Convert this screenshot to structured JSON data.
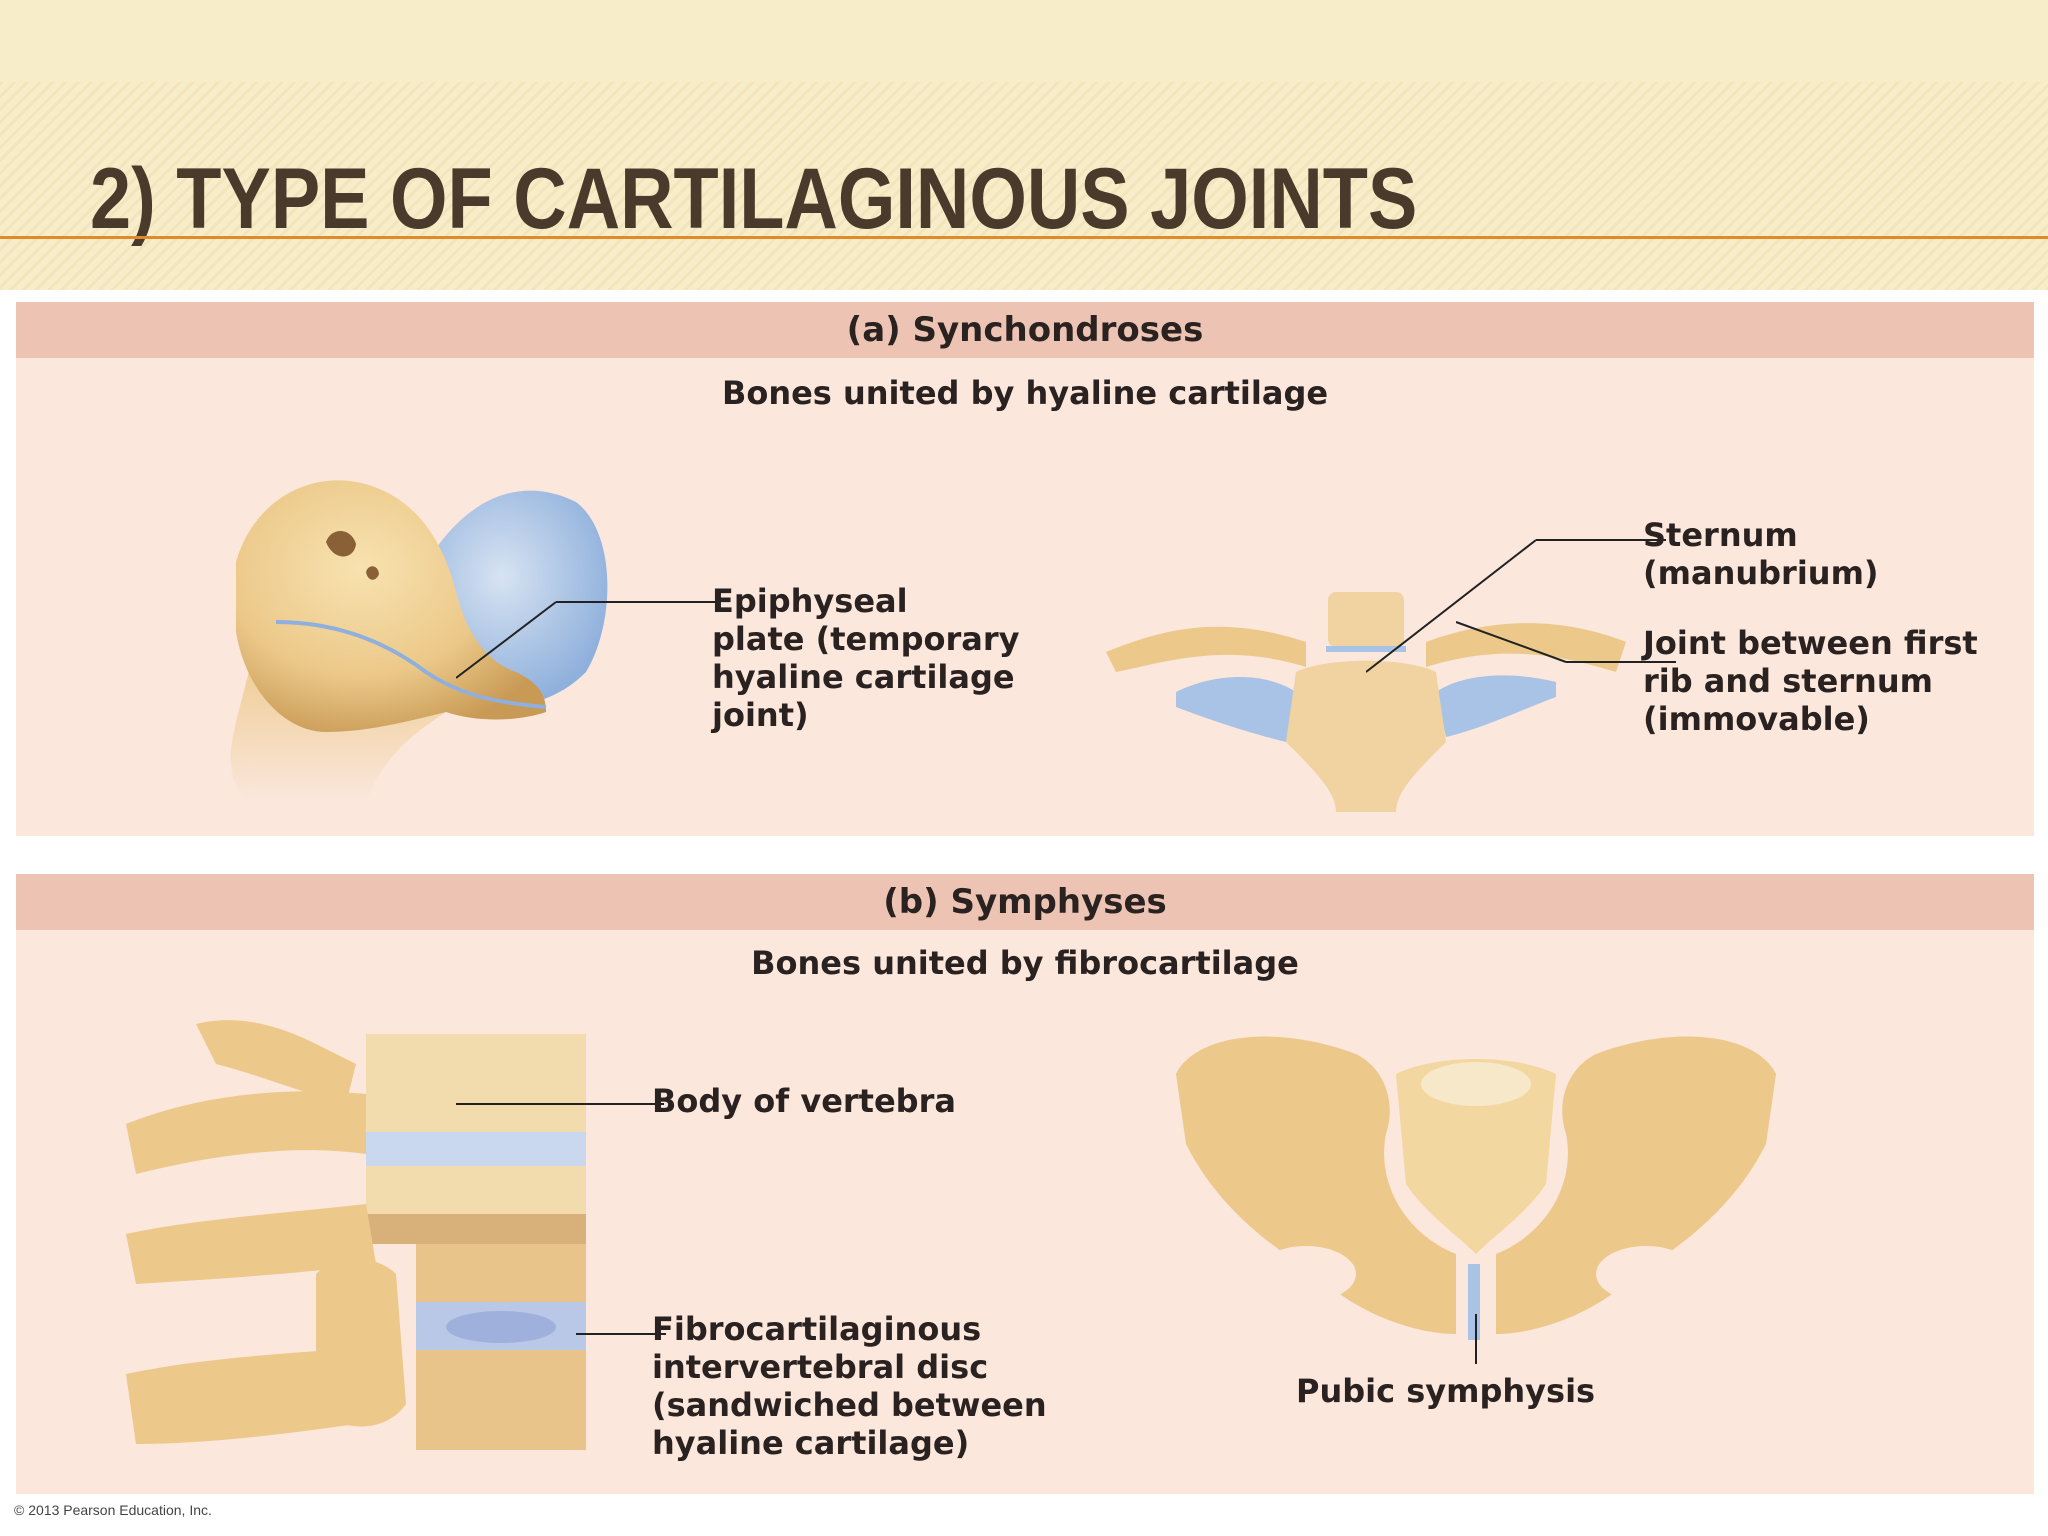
{
  "slide": {
    "title": "2) TYPE OF CARTILAGINOUS JOINTS"
  },
  "panel_a": {
    "heading": "(a)  Synchondroses",
    "subheading": "Bones united by hyaline cartilage",
    "labels": {
      "epiphyseal": [
        "Epiphyseal",
        "plate (temporary",
        "hyaline cartilage",
        "joint)"
      ],
      "sternum": [
        "Sternum",
        "(manubrium)"
      ],
      "rib_joint": [
        "Joint between first",
        "rib and sternum",
        "(immovable)"
      ]
    }
  },
  "panel_b": {
    "heading": "(b)  Symphyses",
    "subheading": "Bones united by fibrocartilage",
    "labels": {
      "vertebra_body": [
        "Body of vertebra"
      ],
      "disc": [
        "Fibrocartilaginous",
        "intervertebral disc",
        "(sandwiched between",
        "hyaline cartilage)"
      ],
      "pubic": [
        "Pubic symphysis"
      ]
    }
  },
  "footer": {
    "copyright": "© 2013 Pearson Education, Inc."
  },
  "colors": {
    "bone": "#ecc98a",
    "bone_shadow": "#c99a55",
    "cartilage": "#a9c3e6",
    "panel_bg": "#fbe7dc",
    "panel_band": "#edc4b3",
    "title": "#4a3a2b",
    "accent_rule": "#e28a2a"
  }
}
